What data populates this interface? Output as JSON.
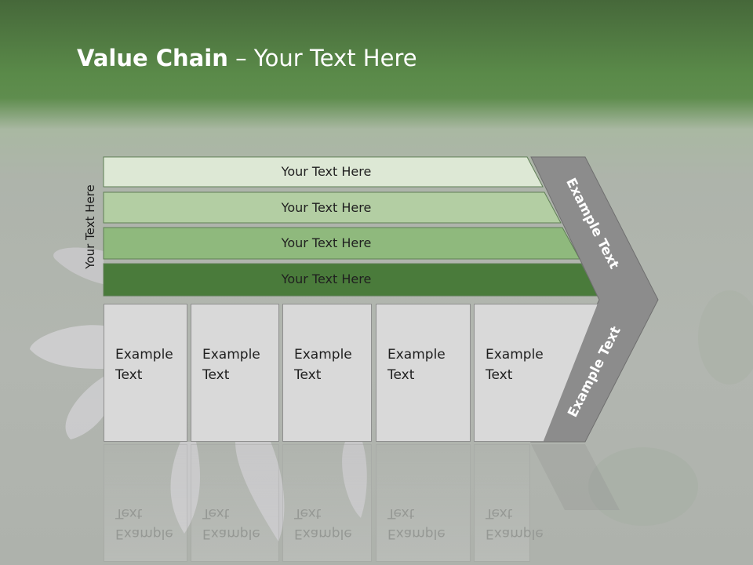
{
  "slide": {
    "title_bold": "Value Chain",
    "title_rest": " – Your Text Here",
    "side_label": "Your Text Here"
  },
  "bars": [
    {
      "label": "Your Text Here",
      "fill": "#dde8d5"
    },
    {
      "label": "Your Text Here",
      "fill": "#b3cea3"
    },
    {
      "label": "Your Text Here",
      "fill": "#8fb97d"
    },
    {
      "label": "Your Text Here",
      "fill": "#4a7b3b"
    }
  ],
  "boxes": [
    {
      "text": "Example\nText"
    },
    {
      "text": "Example\nText"
    },
    {
      "text": "Example\nText"
    },
    {
      "text": "Example\nText"
    },
    {
      "text": "Example\nText"
    }
  ],
  "chevron": {
    "upper_text": "Example Text",
    "lower_text": "Example Text",
    "fill": "#8c8c8c"
  }
}
